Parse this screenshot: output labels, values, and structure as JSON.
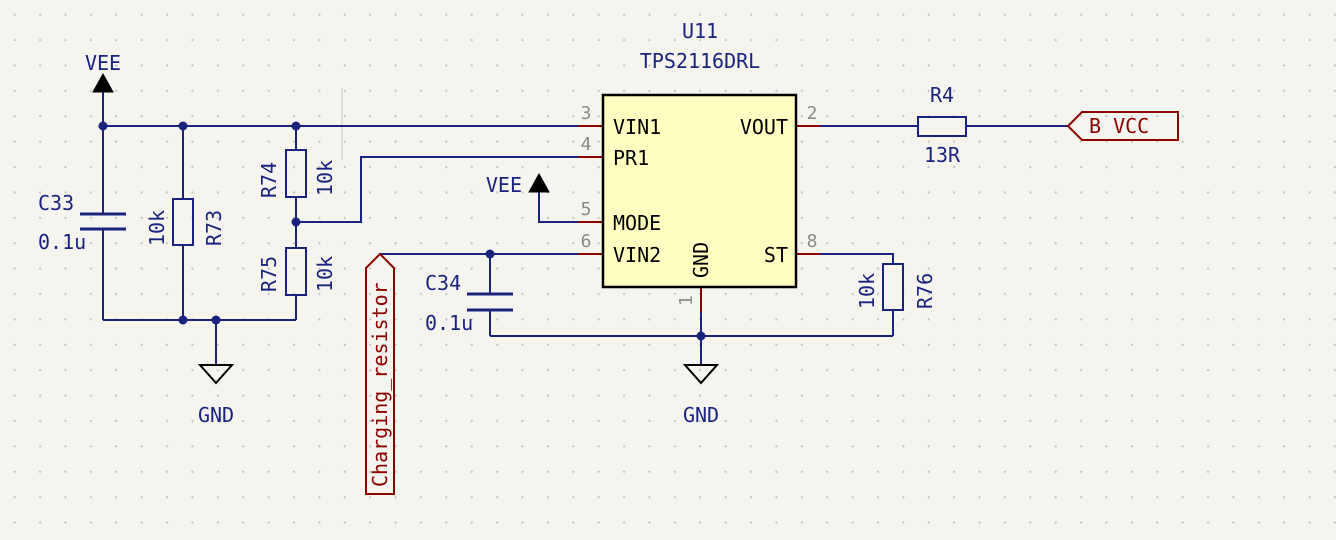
{
  "ic": {
    "reference": "U11",
    "value": "TPS2116DRL",
    "pins": [
      {
        "number": "3",
        "name": "VIN1"
      },
      {
        "number": "4",
        "name": "PR1"
      },
      {
        "number": "5",
        "name": "MODE"
      },
      {
        "number": "6",
        "name": "VIN2"
      },
      {
        "number": "2",
        "name": "VOUT"
      },
      {
        "number": "8",
        "name": "ST"
      },
      {
        "number": "1",
        "name": "GND"
      }
    ],
    "colors": {
      "body_fill": "#ffffc2",
      "outline": "#000000",
      "pin": "#8b0000"
    }
  },
  "components": {
    "c33": {
      "ref": "C33",
      "value": "0.1u"
    },
    "r73": {
      "ref": "R73",
      "value": "10k"
    },
    "r74": {
      "ref": "R74",
      "value": "10k"
    },
    "r75": {
      "ref": "R75",
      "value": "10k"
    },
    "c34": {
      "ref": "C34",
      "value": "0.1u"
    },
    "r76": {
      "ref": "R76",
      "value": "10k"
    },
    "r4": {
      "ref": "R4",
      "value": "13R"
    }
  },
  "power": {
    "vee_left": "VEE",
    "vee_mode": "VEE",
    "gnd_left": "GND",
    "gnd_center": "GND"
  },
  "global_labels": {
    "b_vcc": "B VCC",
    "charging": "Charging_resistor"
  },
  "colors": {
    "wire": "#1a237e",
    "label": "#8b0000",
    "background": "#f5f4ef"
  }
}
